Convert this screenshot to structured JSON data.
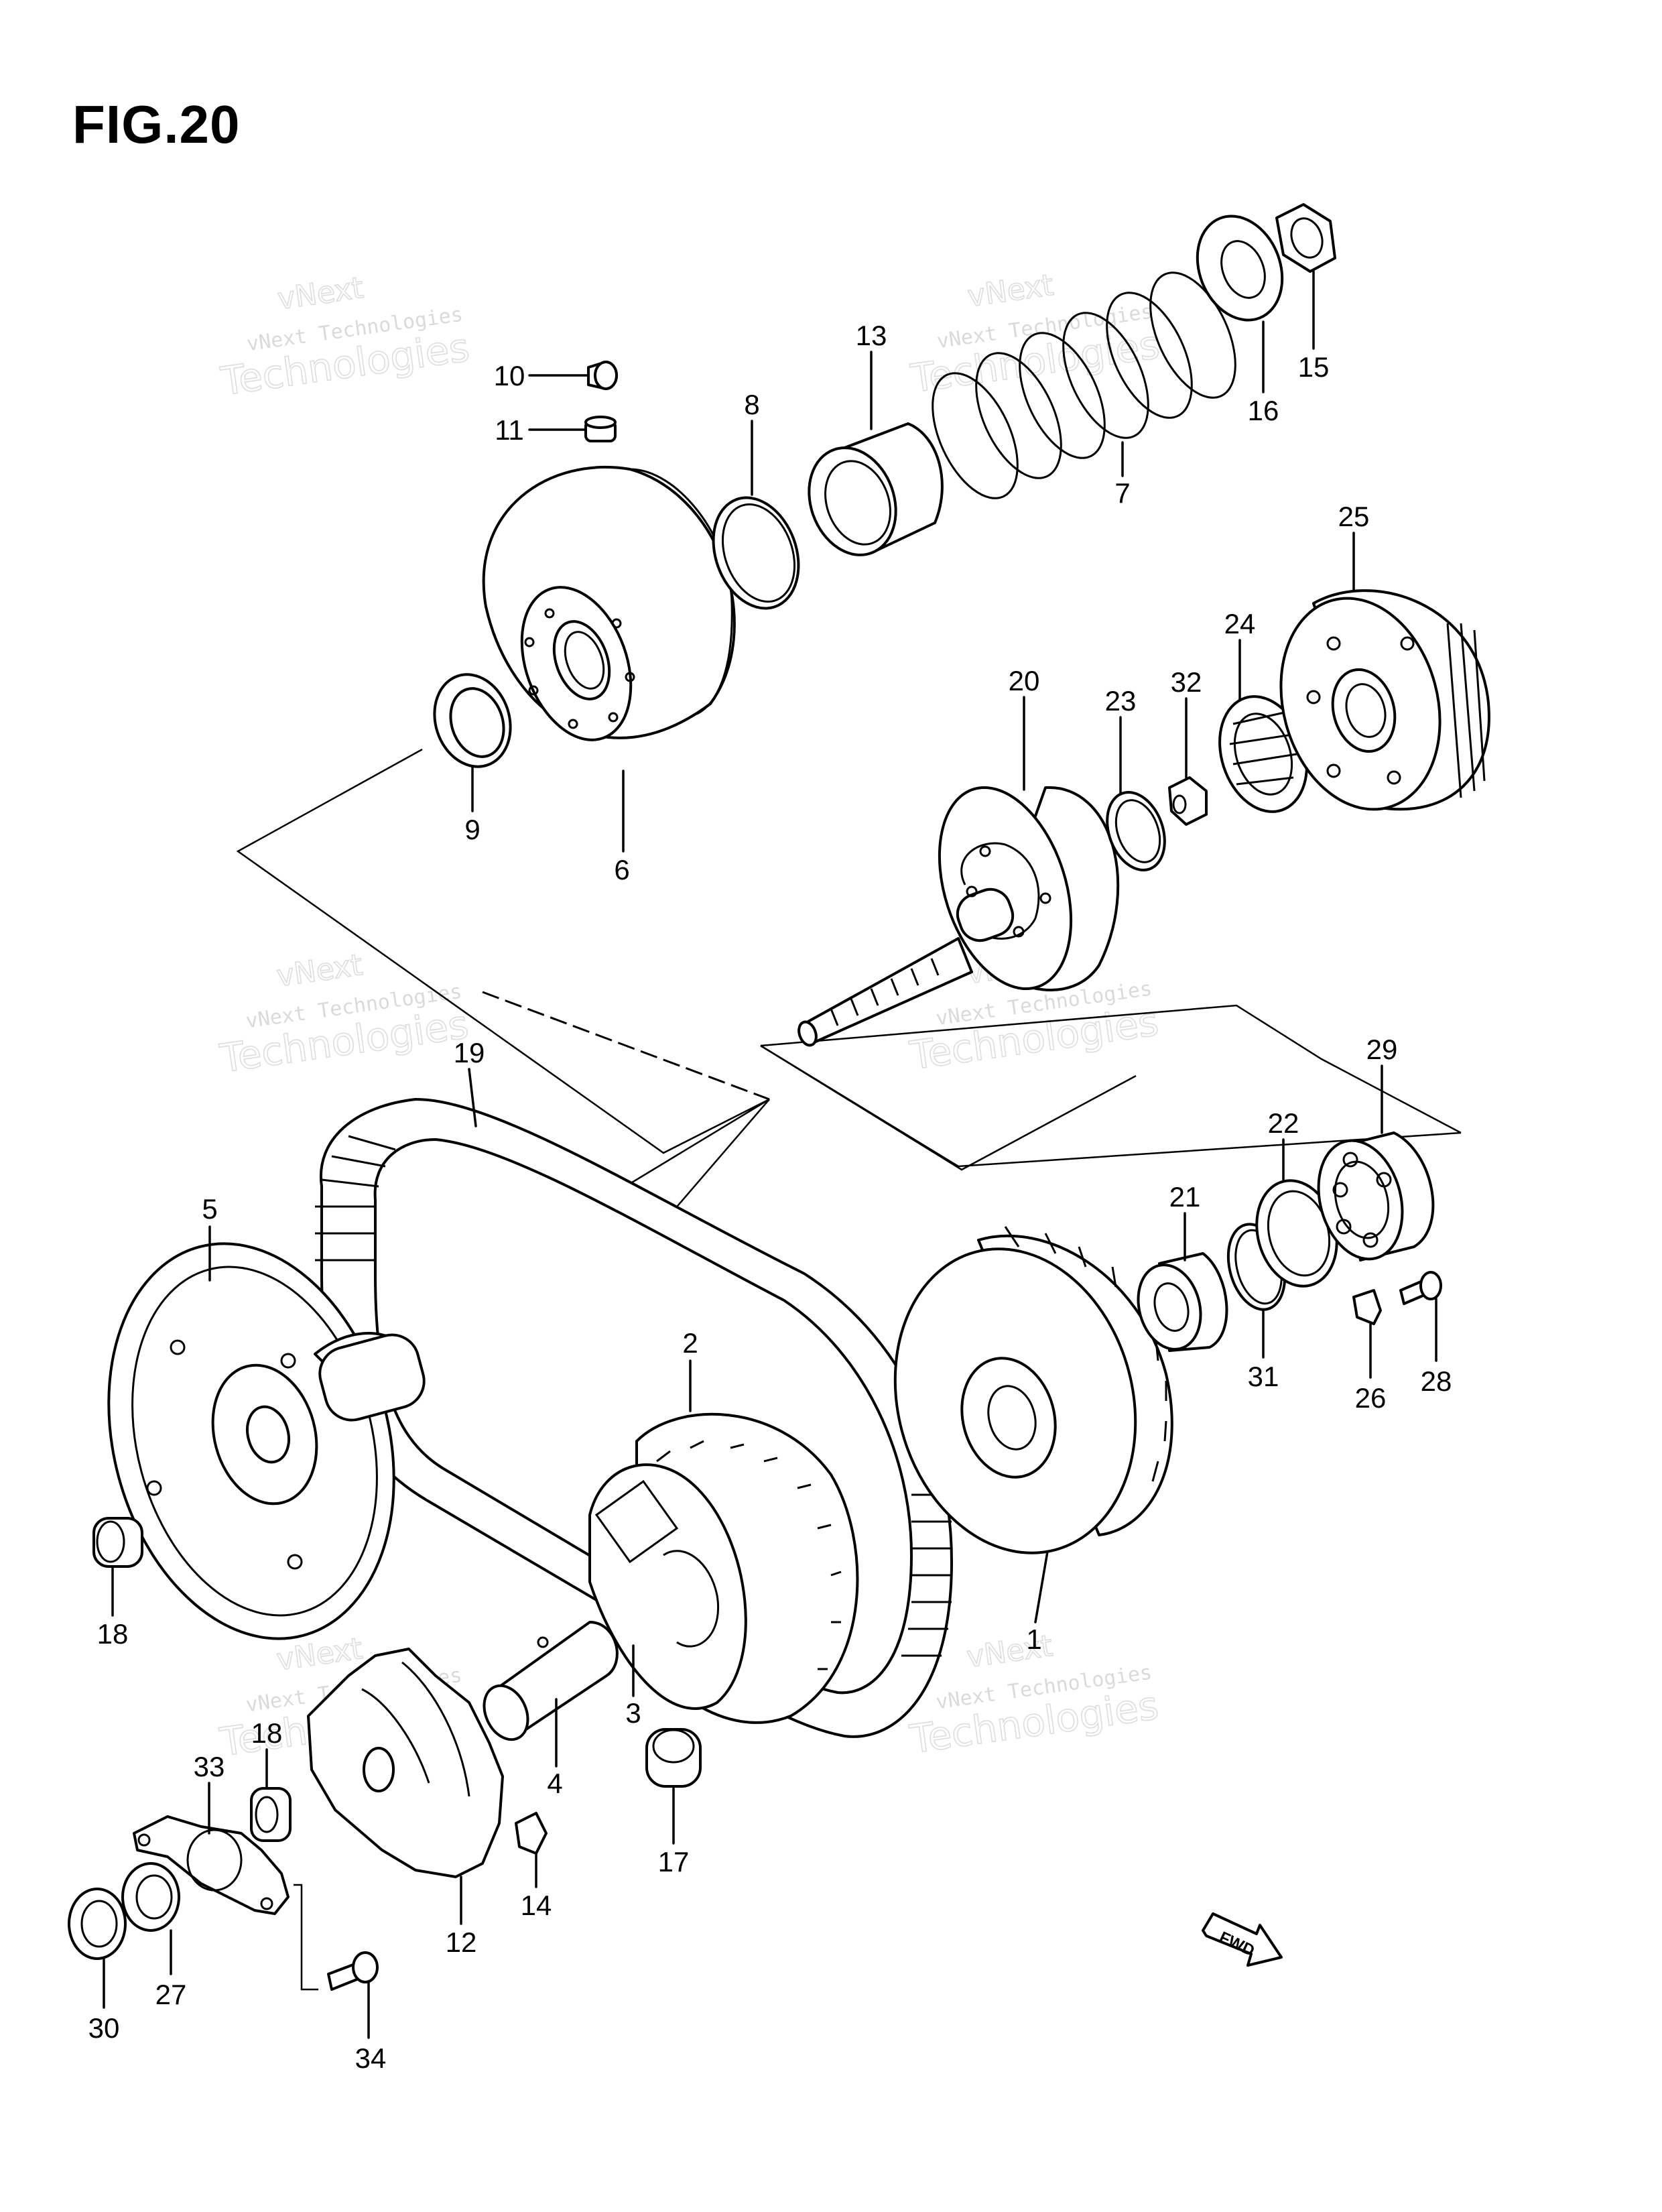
{
  "figure": {
    "title": "FIG.20"
  },
  "watermark": {
    "line1": "vNext Technologies",
    "line2": "Technologies",
    "line3": "vNext"
  },
  "fwd_label": "FWD",
  "parts": [
    {
      "id": "1",
      "label": "1"
    },
    {
      "id": "2",
      "label": "2"
    },
    {
      "id": "3",
      "label": "3"
    },
    {
      "id": "4",
      "label": "4"
    },
    {
      "id": "5",
      "label": "5"
    },
    {
      "id": "6",
      "label": "6"
    },
    {
      "id": "7",
      "label": "7"
    },
    {
      "id": "8",
      "label": "8"
    },
    {
      "id": "9",
      "label": "9"
    },
    {
      "id": "10",
      "label": "10"
    },
    {
      "id": "11",
      "label": "11"
    },
    {
      "id": "12",
      "label": "12"
    },
    {
      "id": "13",
      "label": "13"
    },
    {
      "id": "14",
      "label": "14"
    },
    {
      "id": "15",
      "label": "15"
    },
    {
      "id": "16",
      "label": "16"
    },
    {
      "id": "17",
      "label": "17"
    },
    {
      "id": "18a",
      "label": "18"
    },
    {
      "id": "18b",
      "label": "18"
    },
    {
      "id": "19",
      "label": "19"
    },
    {
      "id": "20",
      "label": "20"
    },
    {
      "id": "21",
      "label": "21"
    },
    {
      "id": "22",
      "label": "22"
    },
    {
      "id": "23",
      "label": "23"
    },
    {
      "id": "24",
      "label": "24"
    },
    {
      "id": "25",
      "label": "25"
    },
    {
      "id": "26",
      "label": "26"
    },
    {
      "id": "27",
      "label": "27"
    },
    {
      "id": "28",
      "label": "28"
    },
    {
      "id": "29",
      "label": "29"
    },
    {
      "id": "30",
      "label": "30"
    },
    {
      "id": "31",
      "label": "31"
    },
    {
      "id": "32",
      "label": "32"
    },
    {
      "id": "33",
      "label": "33"
    },
    {
      "id": "34",
      "label": "34"
    }
  ]
}
